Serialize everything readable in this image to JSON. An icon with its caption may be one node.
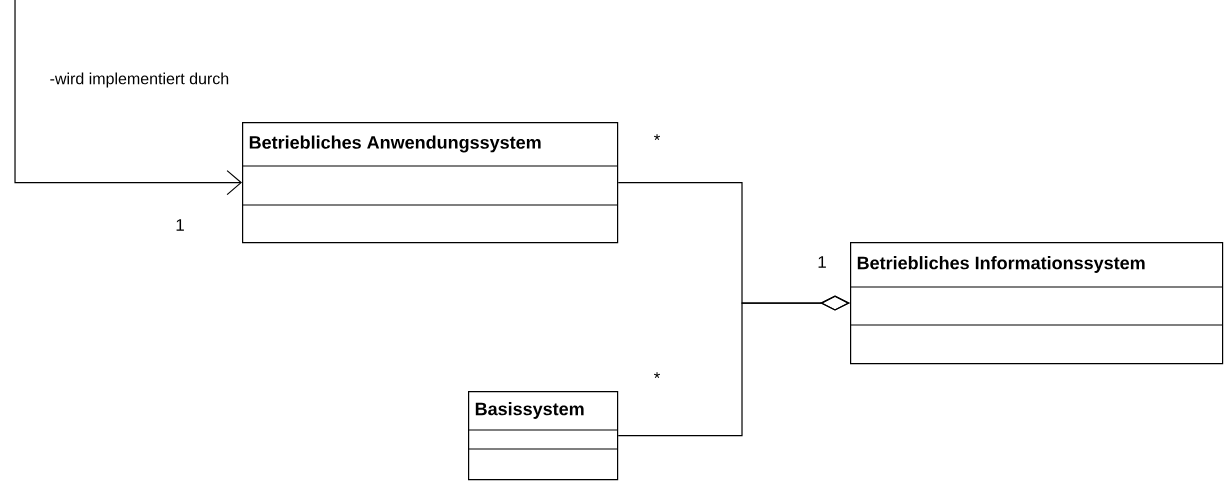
{
  "diagram": {
    "nodes": [
      {
        "text": [
          "Betriebliches Anwendungssystem"
        ]
      },
      {
        "text": [
          "Basissystem"
        ]
      },
      {
        "text": [
          "Betriebliches Informationssystem"
        ]
      }
    ],
    "edges": [
      {
        "from": null,
        "to": 0,
        "arrow": "to",
        "label": "-wird implementiert durch"
      },
      {
        "from": 0,
        "to": 2,
        "arrow": "other"
      },
      {
        "from": 1,
        "to": 2,
        "arrow": "other"
      }
    ],
    "labels": [
      "*",
      "1",
      "1",
      "*"
    ]
  }
}
